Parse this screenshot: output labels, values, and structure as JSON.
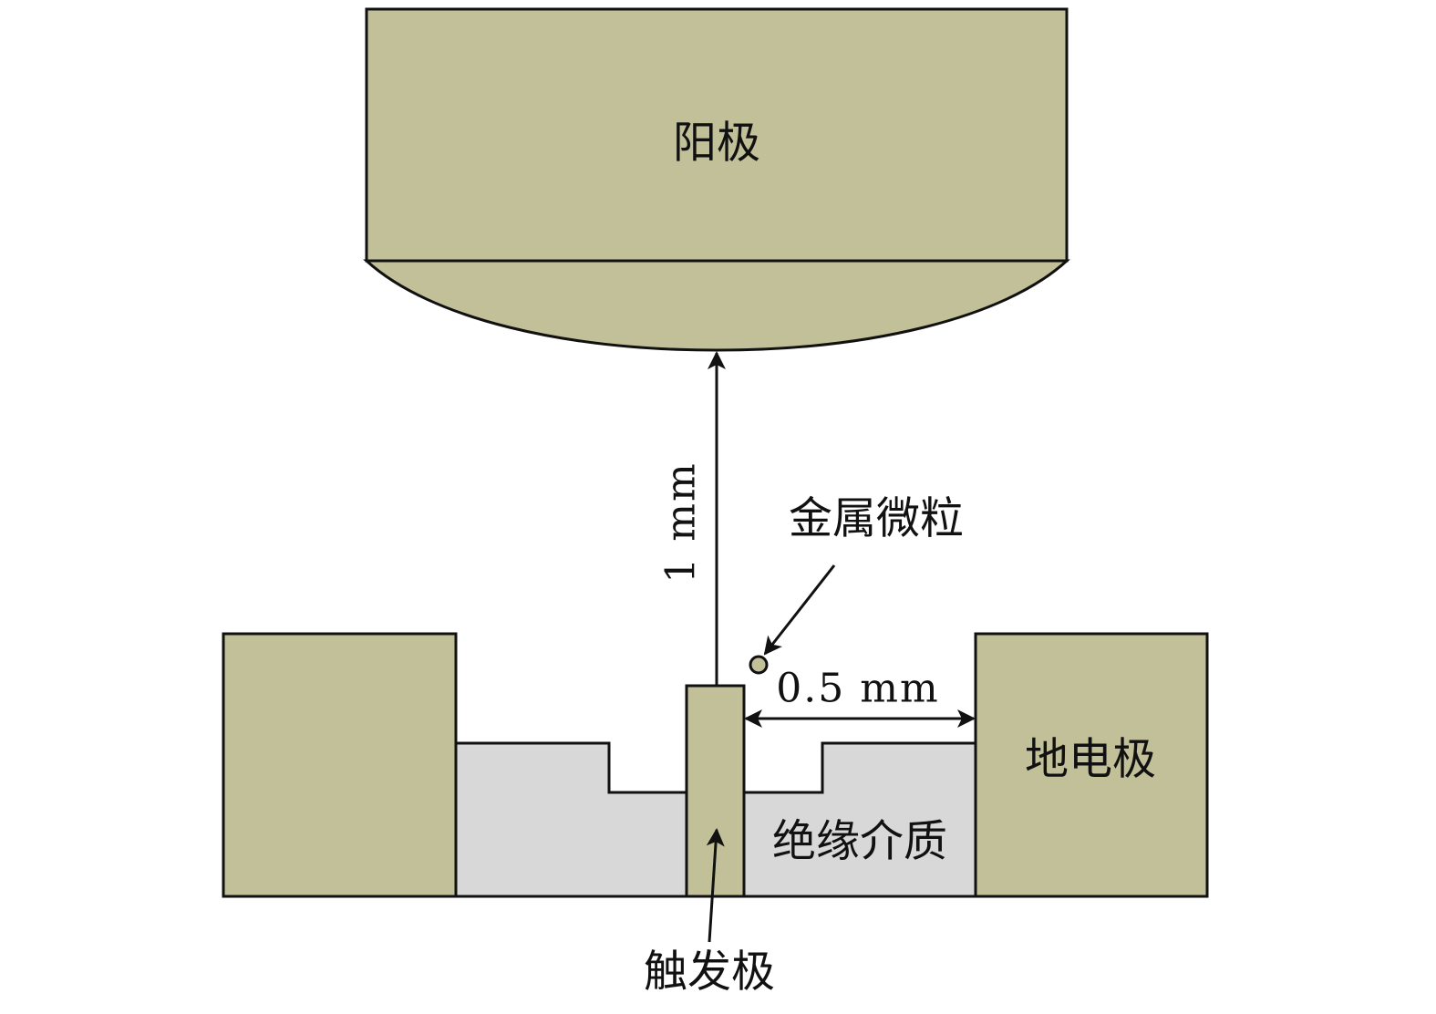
{
  "labels": {
    "anode": "阳极",
    "ground_electrode": "地电极",
    "insulating_medium": "绝缘介质",
    "trigger_electrode": "触发极",
    "metal_particle": "金属微粒",
    "gap_vertical": "1 mm",
    "gap_horizontal": "0.5 mm"
  },
  "colors": {
    "electrode_fill": "#C1C098",
    "dielectric_fill": "#D8D8D8",
    "outline": "#111111",
    "background": "#FFFFFF"
  }
}
